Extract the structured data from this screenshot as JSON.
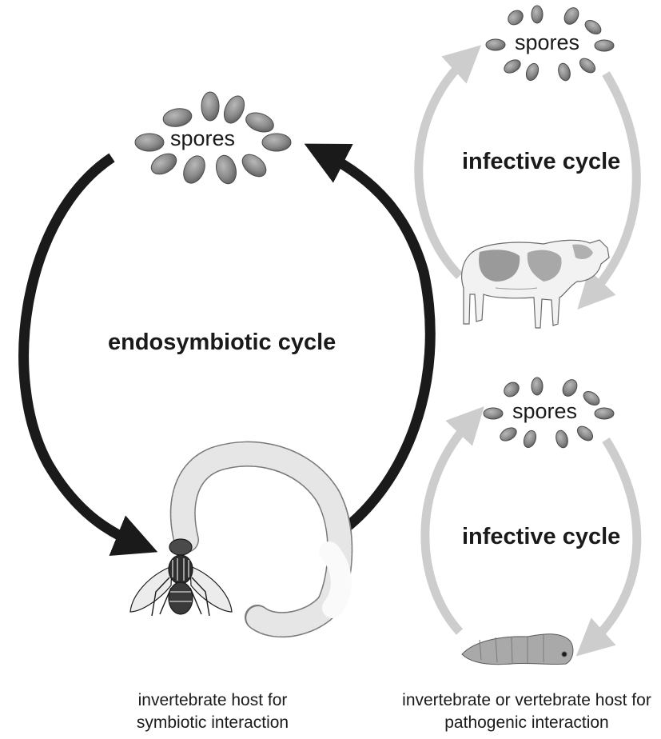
{
  "labels": {
    "spores_main": "spores",
    "spores_top_right": "spores",
    "spores_bottom_right": "spores",
    "endosymbiotic_cycle": "endosymbiotic cycle",
    "infective_cycle_top": "infective cycle",
    "infective_cycle_bottom": "infective cycle"
  },
  "captions": {
    "left": "invertebrate host for symbiotic interaction",
    "right": "invertebrate or vertebrate host for pathogenic interaction"
  },
  "colors": {
    "main_arrow": "#1a1a1a",
    "infective_arrow": "#cdcdcd",
    "spore": "#8a8a8a"
  }
}
